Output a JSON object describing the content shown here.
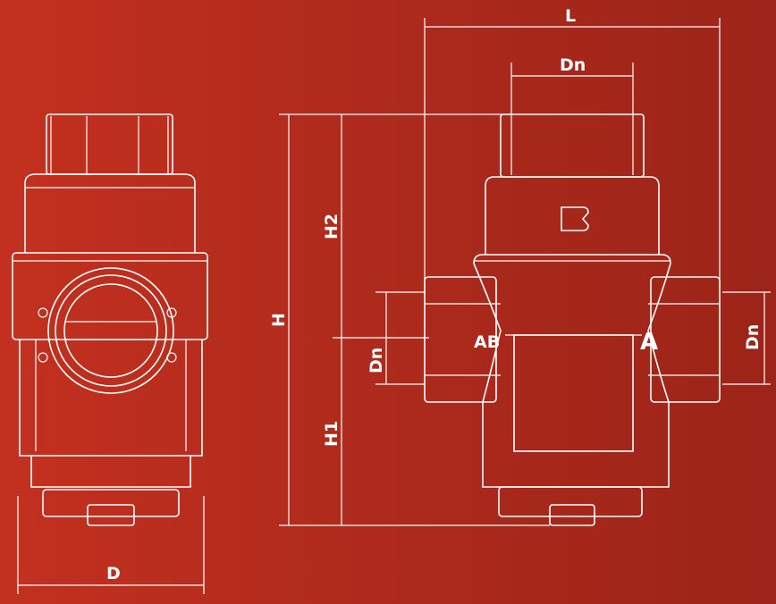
{
  "title": "Pressure reducing valve dimensional drawing",
  "dimensions": {
    "length": "L",
    "nominal_diameter_top": "Dn",
    "height": "H",
    "height_upper": "H2",
    "height_lower": "H1",
    "nominal_diameter_left": "Dn",
    "nominal_diameter_right": "Dn",
    "depth": "D"
  },
  "markings": {
    "port_inlet": "AB",
    "port_outlet": "A",
    "logo": "B"
  },
  "colors": {
    "background_left": "#c3301f",
    "background_right": "#9c2418",
    "lines": "#ffffff"
  }
}
